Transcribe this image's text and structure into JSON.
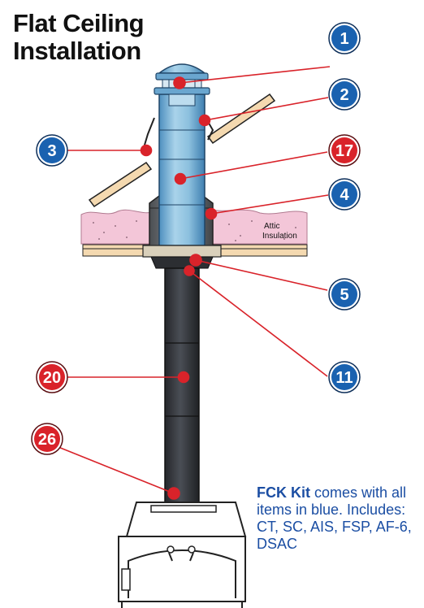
{
  "title": {
    "line1": "Flat Ceiling",
    "line2": "Installation"
  },
  "attic_label": {
    "line1": "Attic",
    "line2": "Insulation"
  },
  "kit_note": {
    "kit_name": "FCK Kit",
    "text": " comes with all items in blue. Includes: CT, SC, AIS, FSP, AF-6, DSAC"
  },
  "callouts": [
    {
      "number": "1",
      "color": "#1a62b0"
    },
    {
      "number": "2",
      "color": "#1a62b0"
    },
    {
      "number": "3",
      "color": "#1a62b0"
    },
    {
      "number": "17",
      "color": "#d9232a"
    },
    {
      "number": "4",
      "color": "#1a62b0"
    },
    {
      "number": "5",
      "color": "#1a62b0"
    },
    {
      "number": "11",
      "color": "#1a62b0"
    },
    {
      "number": "20",
      "color": "#d9232a"
    },
    {
      "number": "26",
      "color": "#d9232a"
    }
  ],
  "colors": {
    "blue_badge": "#1a62b0",
    "red_badge": "#d9232a",
    "leader": "#d9232a",
    "pipe_blue": "#8cc0de",
    "pipe_black": "#3a3d42",
    "insulation": "#f3c6d8",
    "wood": "#f4d9b0",
    "note_text": "#1b4ea3"
  }
}
